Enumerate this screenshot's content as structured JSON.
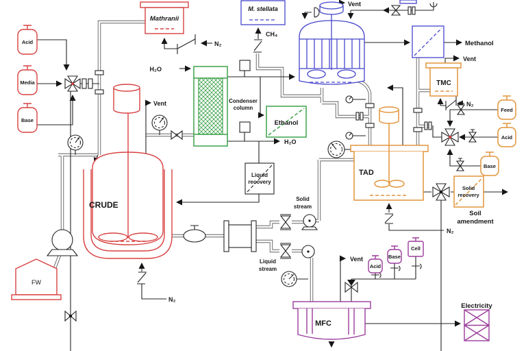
{
  "meta": {
    "kind": "process-flow-diagram",
    "subject": "integrated bioprocess with fermenters, condenser, digester and microbial fuel cell"
  },
  "colors": {
    "red": "#d84040",
    "blue": "#4444cc",
    "green": "#3da24a",
    "orange": "#e2943a",
    "purple": "#9b3b9b",
    "line": "#222222"
  },
  "left_supply": {
    "acid": "Acid",
    "media": "Media",
    "base": "Base"
  },
  "right_supply": {
    "feed": "Feed",
    "acid": "Acid",
    "base": "Base"
  },
  "mfc_supply": {
    "acid": "Acid",
    "base": "Base",
    "cell": "Cell"
  },
  "vessels": {
    "mathranii": "Mathranii",
    "m_stellata": "M. stellata",
    "crude": "CRUDE",
    "tad": "TAD",
    "tmc": "TMC",
    "mfc": "MFC",
    "fw": "FW"
  },
  "process_boxes": {
    "condenser_l1": "Condenser",
    "condenser_l2": "column",
    "ethanol": "Ethanol",
    "liquid_recovery_l1": "Liquid",
    "liquid_recovery_l2": "recovery",
    "solid_recovery_l1": "Solid",
    "solid_recovery_l2": "recovery",
    "electricity": "Electricity"
  },
  "streams": {
    "vent": "Vent",
    "methanol": "Methanol",
    "n2": "N₂",
    "ch4": "CH₄",
    "h2o": "H₂O",
    "soil_l1": "Soil",
    "soil_l2": "amendment",
    "solid_stream_l1": "Solid",
    "solid_stream_l2": "stream",
    "liquid_stream_l1": "Liquid",
    "liquid_stream_l2": "stream"
  }
}
